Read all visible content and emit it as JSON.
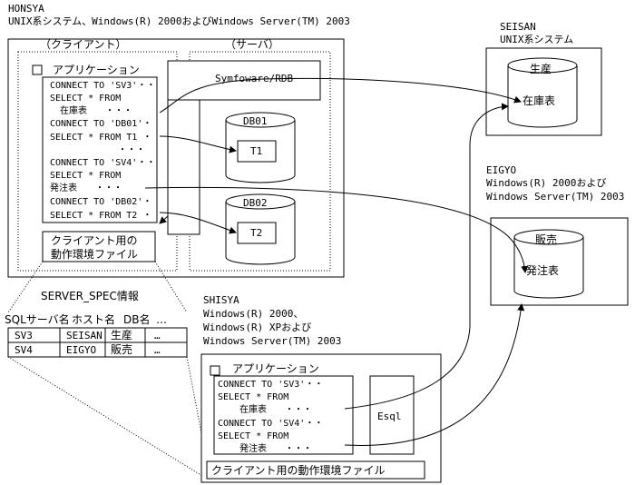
{
  "honsya": {
    "name": "HONSYA",
    "os": "UNIX系システム、Windows(R) 2000およびWindows Server(TM) 2003",
    "client_label": "（クライアント）",
    "server_label": "（サーバ）",
    "app_label": "アプリケーション",
    "code_lines": [
      "CONNECT TO 'SV3'・・",
      "SELECT * FROM",
      "在庫表　　・・・",
      "CONNECT TO 'DB01'・",
      "SELECT * FROM T1 ・",
      "・・・",
      "CONNECT TO 'SV4'・・",
      "SELECT * FROM",
      "発注表　　・・・",
      "CONNECT TO 'DB02'・",
      "SELECT * FROM T2 ・"
    ],
    "client_env_line1": "クライアント用の",
    "client_env_line2": "動作環境ファイル",
    "symfoware": "Symfoware/RDB",
    "db01": "DB01",
    "t1": "T1",
    "db02": "DB02",
    "t2": "T2"
  },
  "seisan": {
    "name": "SEISAN",
    "os": "UNIX系システム",
    "db": "生産",
    "table": "在庫表"
  },
  "eigyo": {
    "name": "EIGYO",
    "os_line1": "Windows(R) 2000および",
    "os_line2": "Windows Server(TM) 2003",
    "db": "販売",
    "table": "発注表"
  },
  "server_spec": {
    "title": "SERVER_SPEC情報",
    "headers": [
      "SQLサーバ名",
      "ホスト名",
      "DB名",
      "…"
    ],
    "rows": [
      [
        "SV3",
        "SEISAN",
        "生産",
        "…"
      ],
      [
        "SV4",
        "EIGYO",
        "販売",
        "…"
      ]
    ]
  },
  "shisya": {
    "name": "SHISYA",
    "os_line1": "Windows(R) 2000、",
    "os_line2": "Windows(R) XPおよび",
    "os_line3": "Windows Server(TM) 2003",
    "app_label": "アプリケーション",
    "code_lines": [
      "CONNECT TO 'SV3'・・",
      "SELECT * FROM",
      "在庫表　　・・・",
      "CONNECT TO 'SV4'・・",
      "SELECT * FROM",
      "発注表　　・・・"
    ],
    "esql": "Esql",
    "client_env": "クライアント用の動作環境ファイル"
  }
}
